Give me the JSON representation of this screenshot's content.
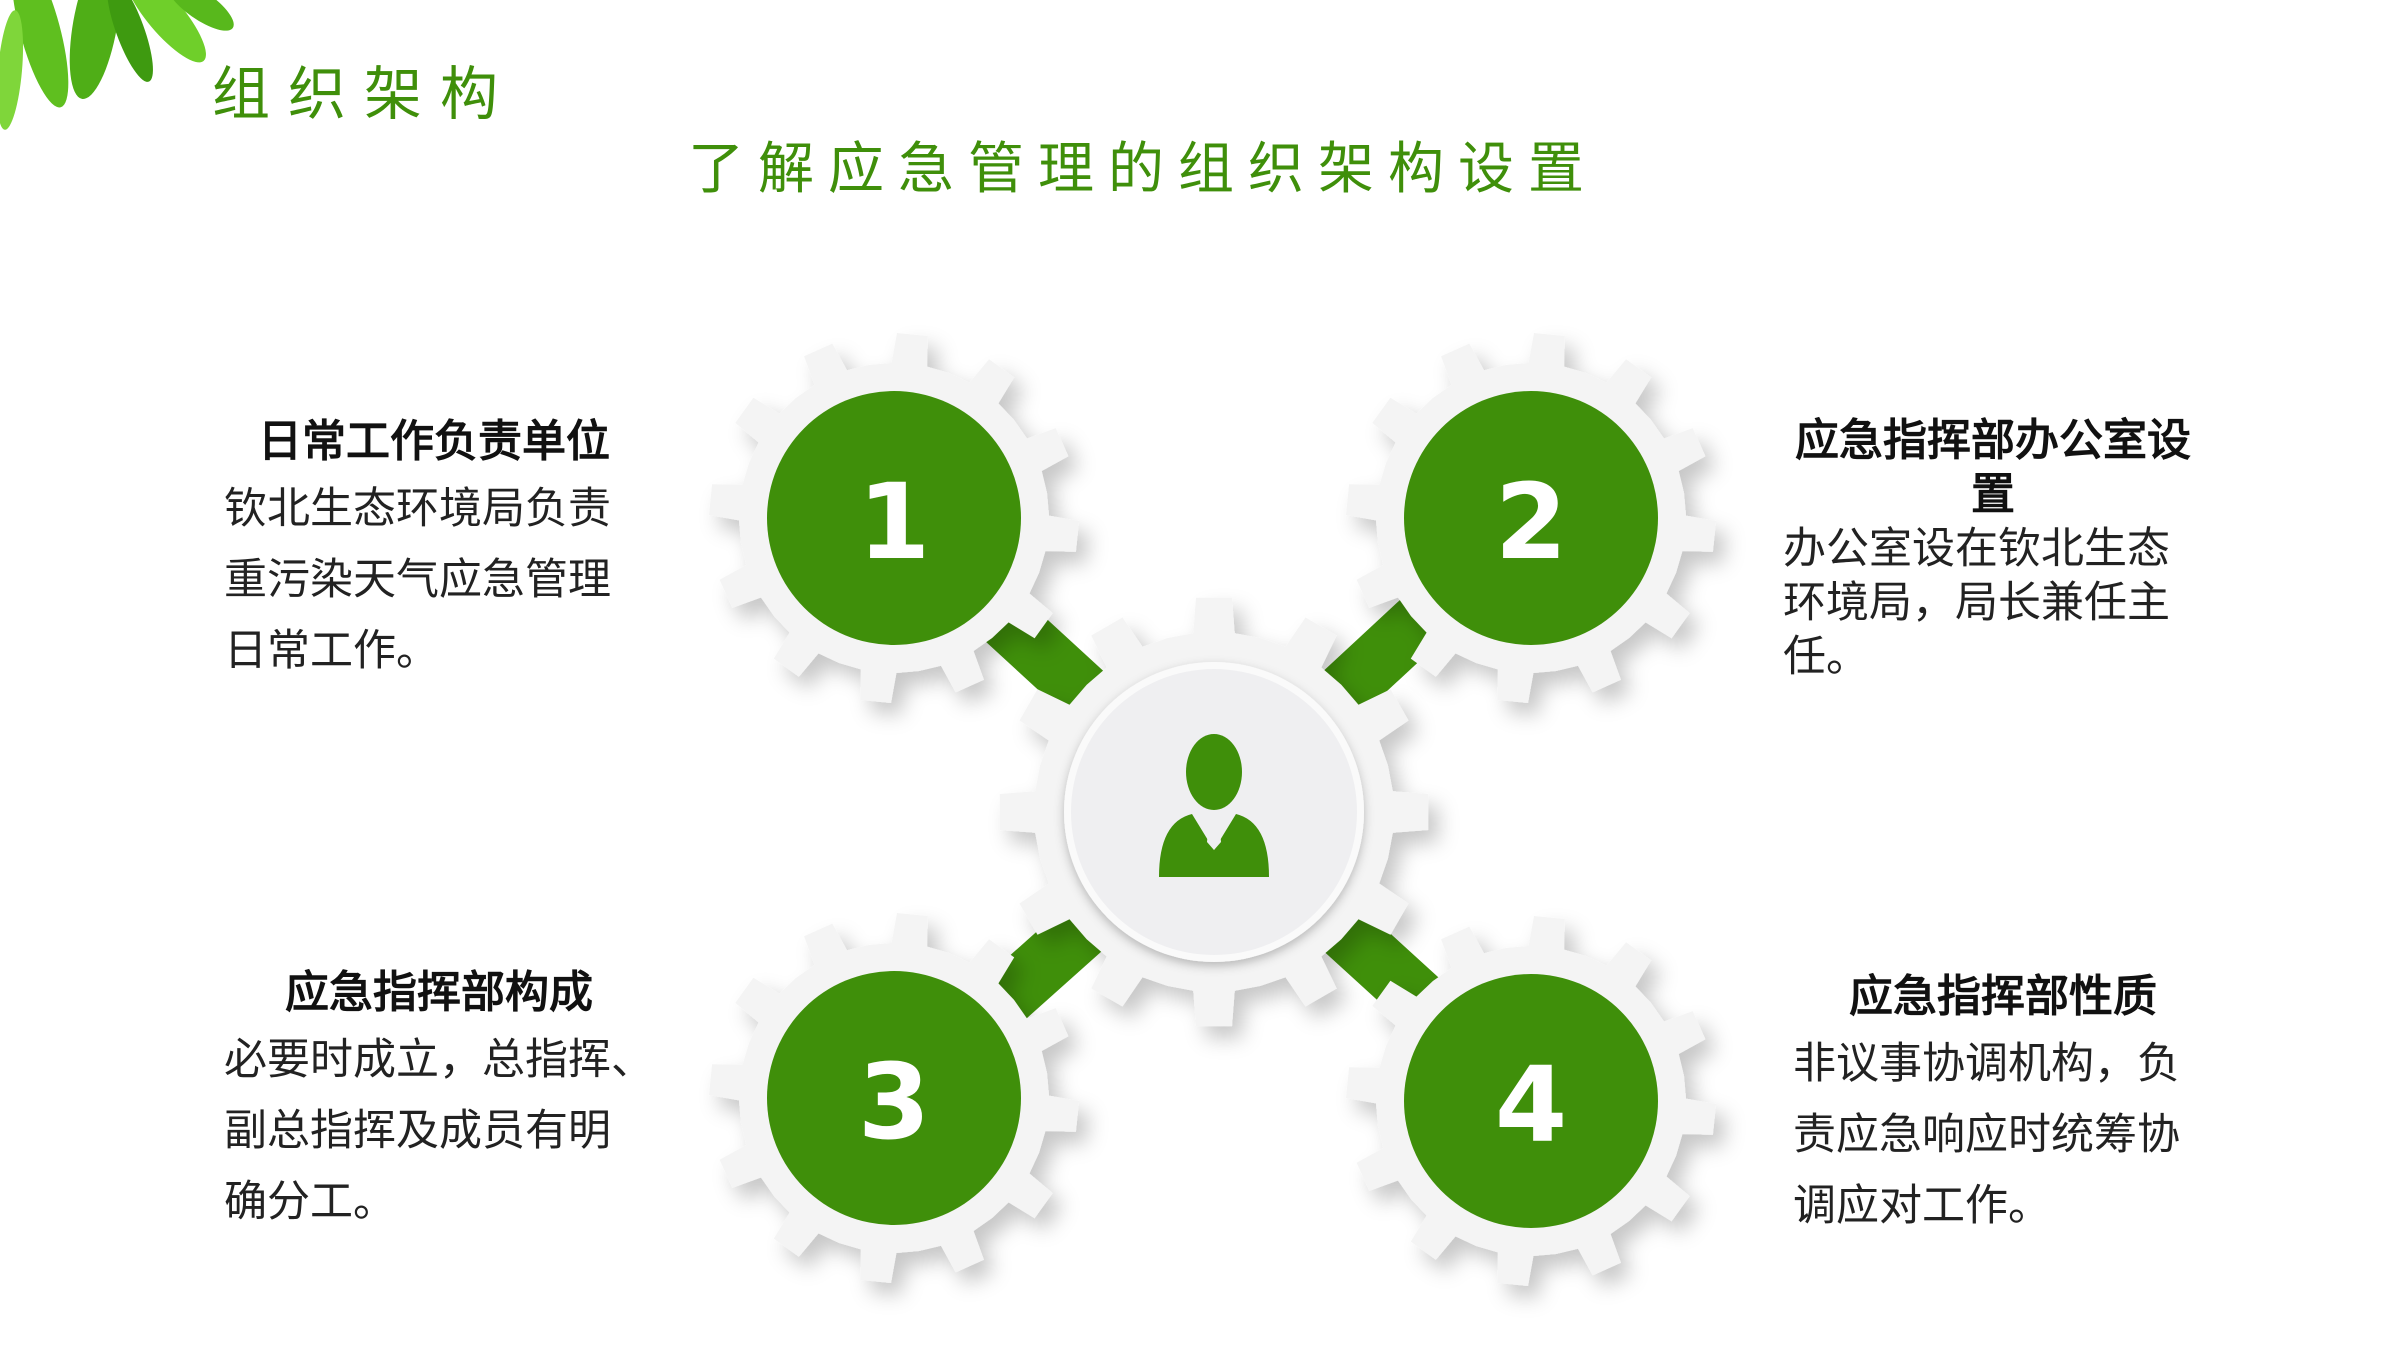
{
  "header": {
    "title": "组织架构",
    "subtitle": "了解应急管理的组织架构设置"
  },
  "colors": {
    "accent": "#3f8f0a",
    "gear": "#f4f4f4",
    "center_face": "#efeff1"
  },
  "center": {
    "icon": "businessman-icon"
  },
  "gears": [
    {
      "number": "1",
      "title": "日常工作负责单位",
      "body": [
        "钦北生态环境局负责",
        "重污染天气应急管理",
        "日常工作。"
      ]
    },
    {
      "number": "2",
      "title": "应急指挥部办公室设置",
      "body": [
        "办公室设在钦北生态",
        "环境局，局长兼任主",
        "任。"
      ]
    },
    {
      "number": "3",
      "title": "应急指挥部构成",
      "body": [
        "必要时成立，总指挥、",
        "副总指挥及成员有明",
        "确分工。"
      ]
    },
    {
      "number": "4",
      "title": "应急指挥部性质",
      "body": [
        "非议事协调机构，负",
        "责应急响应时统筹协",
        "调应对工作。"
      ]
    }
  ]
}
